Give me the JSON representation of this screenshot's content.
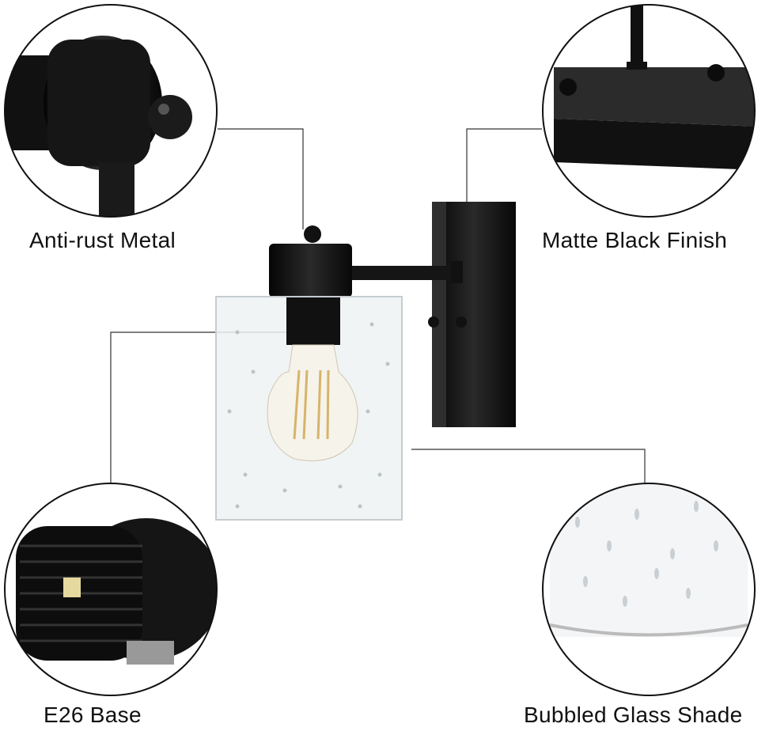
{
  "callouts": {
    "top_left": "Anti-rust Metal",
    "top_right": "Matte Black Finish",
    "bottom_left": "E26 Base",
    "bottom_right": "Bubbled Glass Shade"
  },
  "colors": {
    "metal": "#141414",
    "line": "#333333",
    "glass": "#eef2f3"
  }
}
